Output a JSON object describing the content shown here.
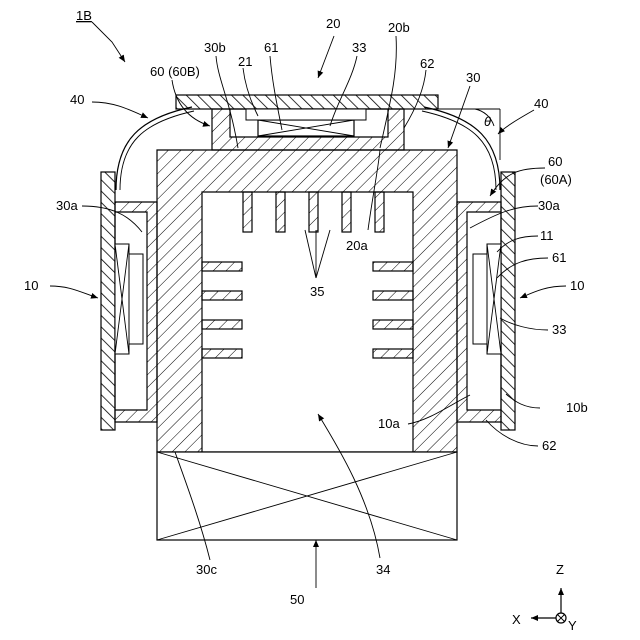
{
  "labels": {
    "fig_ref": "1B",
    "n40_left": "40",
    "n40_right": "40",
    "n60_60b": "60 (60B)",
    "n30b_left": "30b",
    "n61_top": "61",
    "n20": "20",
    "n33_top": "33",
    "n20b": "20b",
    "n21": "21",
    "n62_top": "62",
    "n30_top": "30",
    "theta": "θ",
    "n60_right": "60",
    "n60a": "(60A)",
    "n30a_left": "30a",
    "n30a_right": "30a",
    "n11": "11",
    "n20a": "20a",
    "n10_left": "10",
    "n10_right": "10",
    "n61_right": "61",
    "n33_right": "33",
    "n35": "35",
    "n10a": "10a",
    "n10b": "10b",
    "n62_bottom": "62",
    "n34": "34",
    "n30c": "30c",
    "n50": "50",
    "axis_z": "Z",
    "axis_x": "X",
    "axis_y": "Y"
  }
}
